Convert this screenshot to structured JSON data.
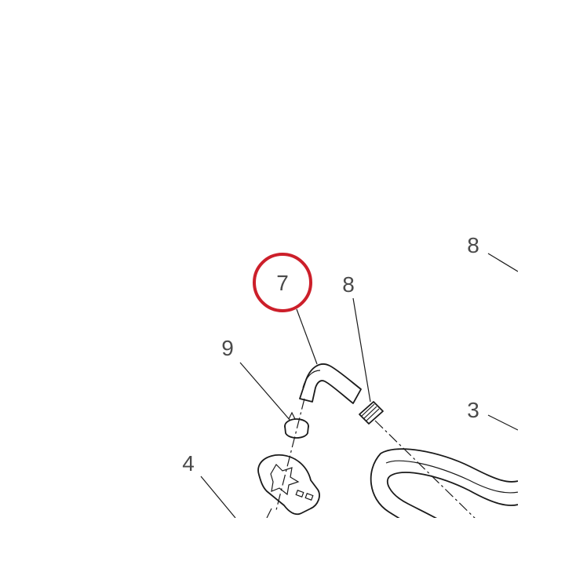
{
  "callouts": {
    "hose": "7",
    "connector": "8",
    "connector_right": "8",
    "clamp": "9",
    "base": "4",
    "tube": "3"
  },
  "highlight": {
    "target": "7",
    "color": "#cc1f2a"
  },
  "colors": {
    "line": "#1a1a1a",
    "text": "#4a4a4a",
    "background": "#ffffff"
  }
}
